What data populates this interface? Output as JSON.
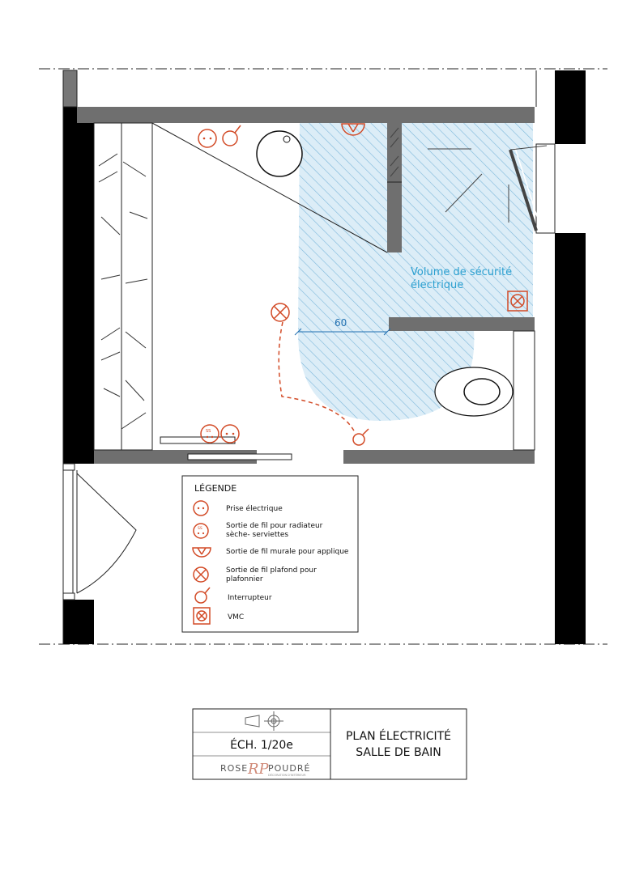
{
  "plan": {
    "safety_zone_label_line1": "Volume de sécurité",
    "safety_zone_label_line2": "électrique",
    "dimension_label": "60"
  },
  "legend": {
    "title": "LÉGENDE",
    "items": [
      {
        "icon": "socket-icon",
        "lines": [
          "Prise électrique"
        ]
      },
      {
        "icon": "towel-radiator-outlet-icon",
        "lines": [
          "Sortie de fil pour radiateur",
          "sèche- serviettes"
        ]
      },
      {
        "icon": "wall-light-outlet-icon",
        "lines": [
          "Sortie de fil murale pour applique"
        ]
      },
      {
        "icon": "ceiling-light-outlet-icon",
        "lines": [
          "Sortie de fil plafond pour",
          "plafonnier"
        ]
      },
      {
        "icon": "switch-icon",
        "lines": [
          "Interrupteur"
        ]
      },
      {
        "icon": "vmc-icon",
        "lines": [
          "VMC"
        ]
      }
    ]
  },
  "title_block": {
    "scale": "ÉCH. 1/20e",
    "brand_left": "ROSE",
    "brand_monogram": "RP",
    "brand_right": "POUDRÉ",
    "brand_tagline": "DÉCORATION D'INTÉRIEUR",
    "title_line1": "PLAN ÉLECTRICITÉ",
    "title_line2": "SALLE DE BAIN"
  },
  "colors": {
    "symbol": "#d24a26",
    "safety_zone": "#2a9fd0",
    "wall_gray": "#6f6f6f",
    "wall_black": "#000000"
  }
}
